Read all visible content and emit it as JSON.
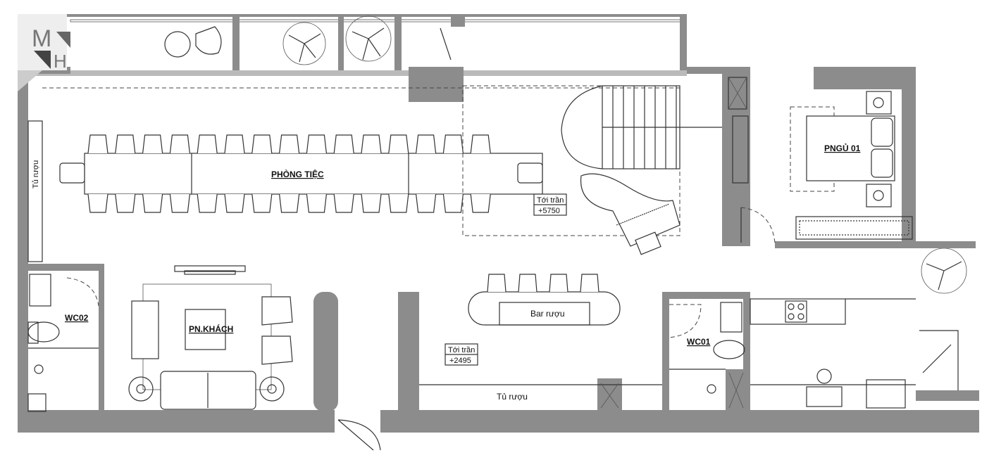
{
  "logo": {
    "text": "MH"
  },
  "rooms": {
    "banquet": "PHÒNG TIỆC",
    "bedroom": "PNGỦ 01",
    "living": "PN.KHÁCH",
    "wc02": "WC02",
    "wc01": "WC01",
    "bar": "Bar rượu",
    "wine_cabinet_left": "Tủ rượu",
    "wine_cabinet_bottom": "Tủ rượu"
  },
  "ceiling_tags": [
    {
      "label": "Tới trần",
      "value": "+5750"
    },
    {
      "label": "Tới trần",
      "value": "+2495"
    }
  ],
  "colors": {
    "wall": "#8c8c8c",
    "line": "#333333"
  }
}
